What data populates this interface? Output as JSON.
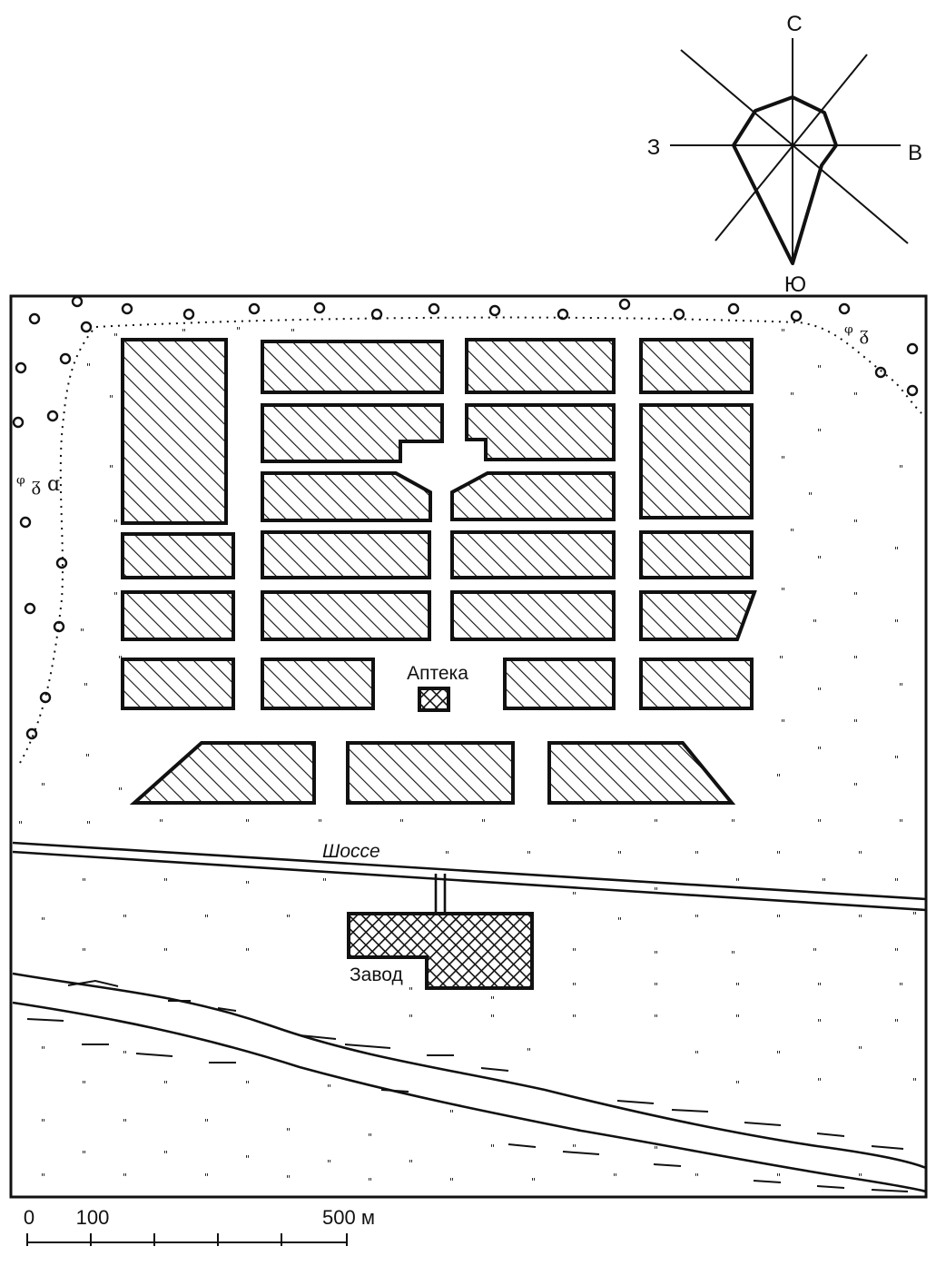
{
  "compass": {
    "north": "С",
    "east": "В",
    "south": "Ю",
    "west": "З"
  },
  "labels": {
    "pharmacy": "Аптека",
    "highway": "Шоссе",
    "factory": "Завод"
  },
  "scale_bar": {
    "tick_zero": "0",
    "tick_100": "100",
    "tick_500": "500 м"
  },
  "colors": {
    "ink": "#111111",
    "paper": "#ffffff"
  }
}
